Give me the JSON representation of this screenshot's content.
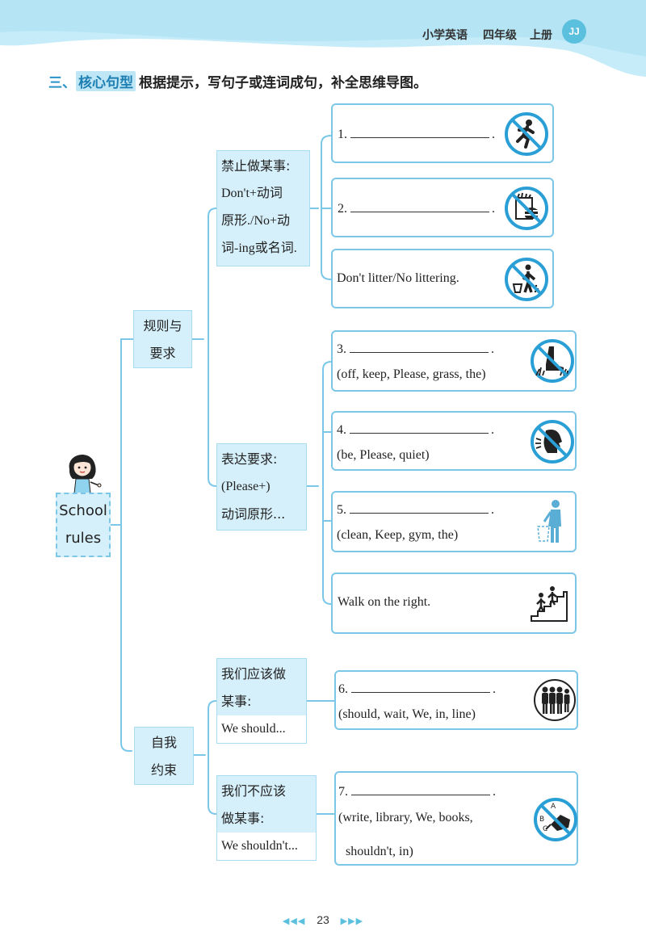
{
  "header": {
    "subject": "小学英语",
    "grade": "四年级",
    "volume": "上册",
    "badge": "JJ"
  },
  "section": {
    "number": "三、",
    "tag": "核心句型",
    "instruction": "根据提示，写句子或连词成句，补全思维导图。"
  },
  "root": {
    "line1": "School",
    "line2": "rules"
  },
  "categories": [
    {
      "line1": "规则与",
      "line2": "要求"
    },
    {
      "line1": "自我",
      "line2": "约束"
    }
  ],
  "subcategories": [
    {
      "lines": [
        "禁止做某事:",
        "Don't+动词",
        "原形./No+动",
        "词-ing或名词."
      ]
    },
    {
      "lines": [
        "表达要求:",
        "(Please+)",
        "动词原形..."
      ]
    },
    {
      "lines": [
        "我们应该做",
        "某事:",
        "We should..."
      ]
    },
    {
      "lines": [
        "我们不应该",
        "做某事:",
        "We shouldn't..."
      ]
    }
  ],
  "items": [
    {
      "num": "1.",
      "hint": "",
      "icon": "no-running-icon"
    },
    {
      "num": "2.",
      "hint": "",
      "icon": "no-eating-icon"
    },
    {
      "num": "",
      "text": "Don't litter/No littering.",
      "icon": "no-littering-icon"
    },
    {
      "num": "3.",
      "hint": "(off, keep, Please, grass, the)",
      "icon": "keep-off-grass-icon"
    },
    {
      "num": "4.",
      "hint": "(be, Please, quiet)",
      "icon": "be-quiet-icon"
    },
    {
      "num": "5.",
      "hint": "(clean, Keep, gym, the)",
      "icon": "keep-clean-icon"
    },
    {
      "num": "",
      "text": "Walk on the right.",
      "icon": "walk-on-right-icon"
    },
    {
      "num": "6.",
      "hint": "(should, wait, We, in, line)",
      "icon": "wait-in-line-icon"
    },
    {
      "num": "7.",
      "hint": "(write, library, We, books,",
      "hint2": "shouldn't, in)",
      "icon": "no-writing-in-books-icon"
    }
  ],
  "footer": {
    "page": "23",
    "left_arrows": "◀◀◀",
    "right_arrows": "▶▶▶"
  },
  "colors": {
    "accent": "#5bc0de",
    "box_border": "#7cc7e8",
    "category_fill": "#d6f0fb",
    "no_sign": "#2a9fd6"
  }
}
